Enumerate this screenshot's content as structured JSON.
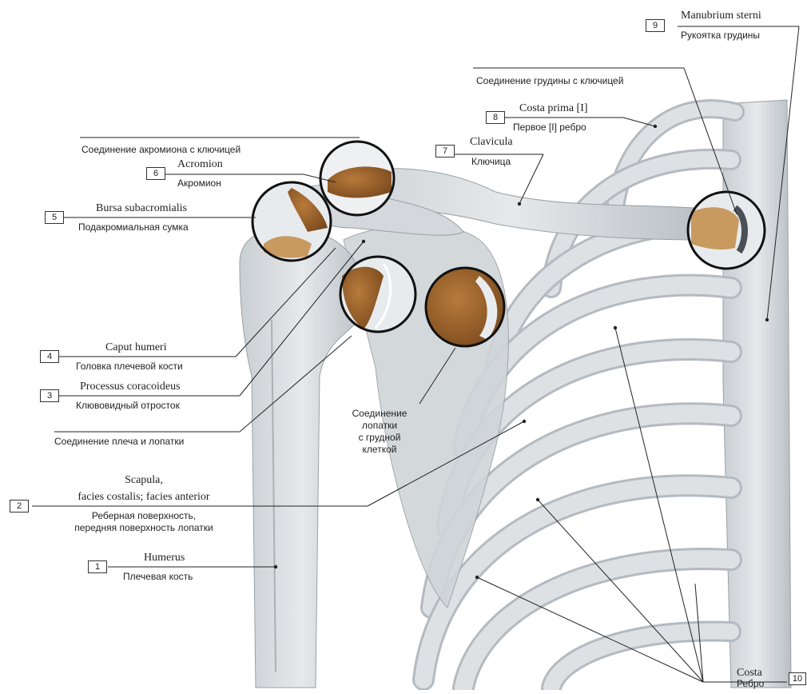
{
  "labels": {
    "l1": {
      "num": "1",
      "latin": "Humerus",
      "ru": "Плечевая кость"
    },
    "l2": {
      "num": "2",
      "latin1": "Scapula,",
      "latin2": "facies costalis; facies anterior",
      "ru1": "Реберная поверхность,",
      "ru2": "передняя поверхность лопатки"
    },
    "l3": {
      "num": "3",
      "latin": "Processus coracoideus",
      "ru": "Клювовидный отросток"
    },
    "l4": {
      "num": "4",
      "latin": "Caput humeri",
      "ru": "Головка плечевой кости"
    },
    "l5": {
      "num": "5",
      "latin": "Bursa subacromialis",
      "ru": "Подакромиальная сумка"
    },
    "l6": {
      "num": "6",
      "latin": "Acromion",
      "ru": "Акромион"
    },
    "l7": {
      "num": "7",
      "latin": "Clavicula",
      "ru": "Ключица"
    },
    "l8": {
      "num": "8",
      "latin": "Costa prima [I]",
      "ru": "Первое [I] ребро"
    },
    "l9": {
      "num": "9",
      "latin": "Manubrium sterni",
      "ru": "Рукоятка грудины"
    },
    "l10": {
      "num": "10",
      "latin": "Costa",
      "ru": "Ребро"
    }
  },
  "joints": {
    "acromioclavicular": "Соединение акромиона с ключицей",
    "sternoclavicular": "Соединение грудины с ключицей",
    "glenohumeral": "Соединение плеча и лопатки",
    "scapulothoracic1": "Соединение",
    "scapulothoracic2": "лопатки",
    "scapulothoracic3": "с грудной",
    "scapulothoracic4": "клеткой"
  },
  "colors": {
    "bone": "#d9dde0",
    "bone_shadow": "#a7adb2",
    "cartilage": "#c8924e",
    "line": "#222222"
  }
}
